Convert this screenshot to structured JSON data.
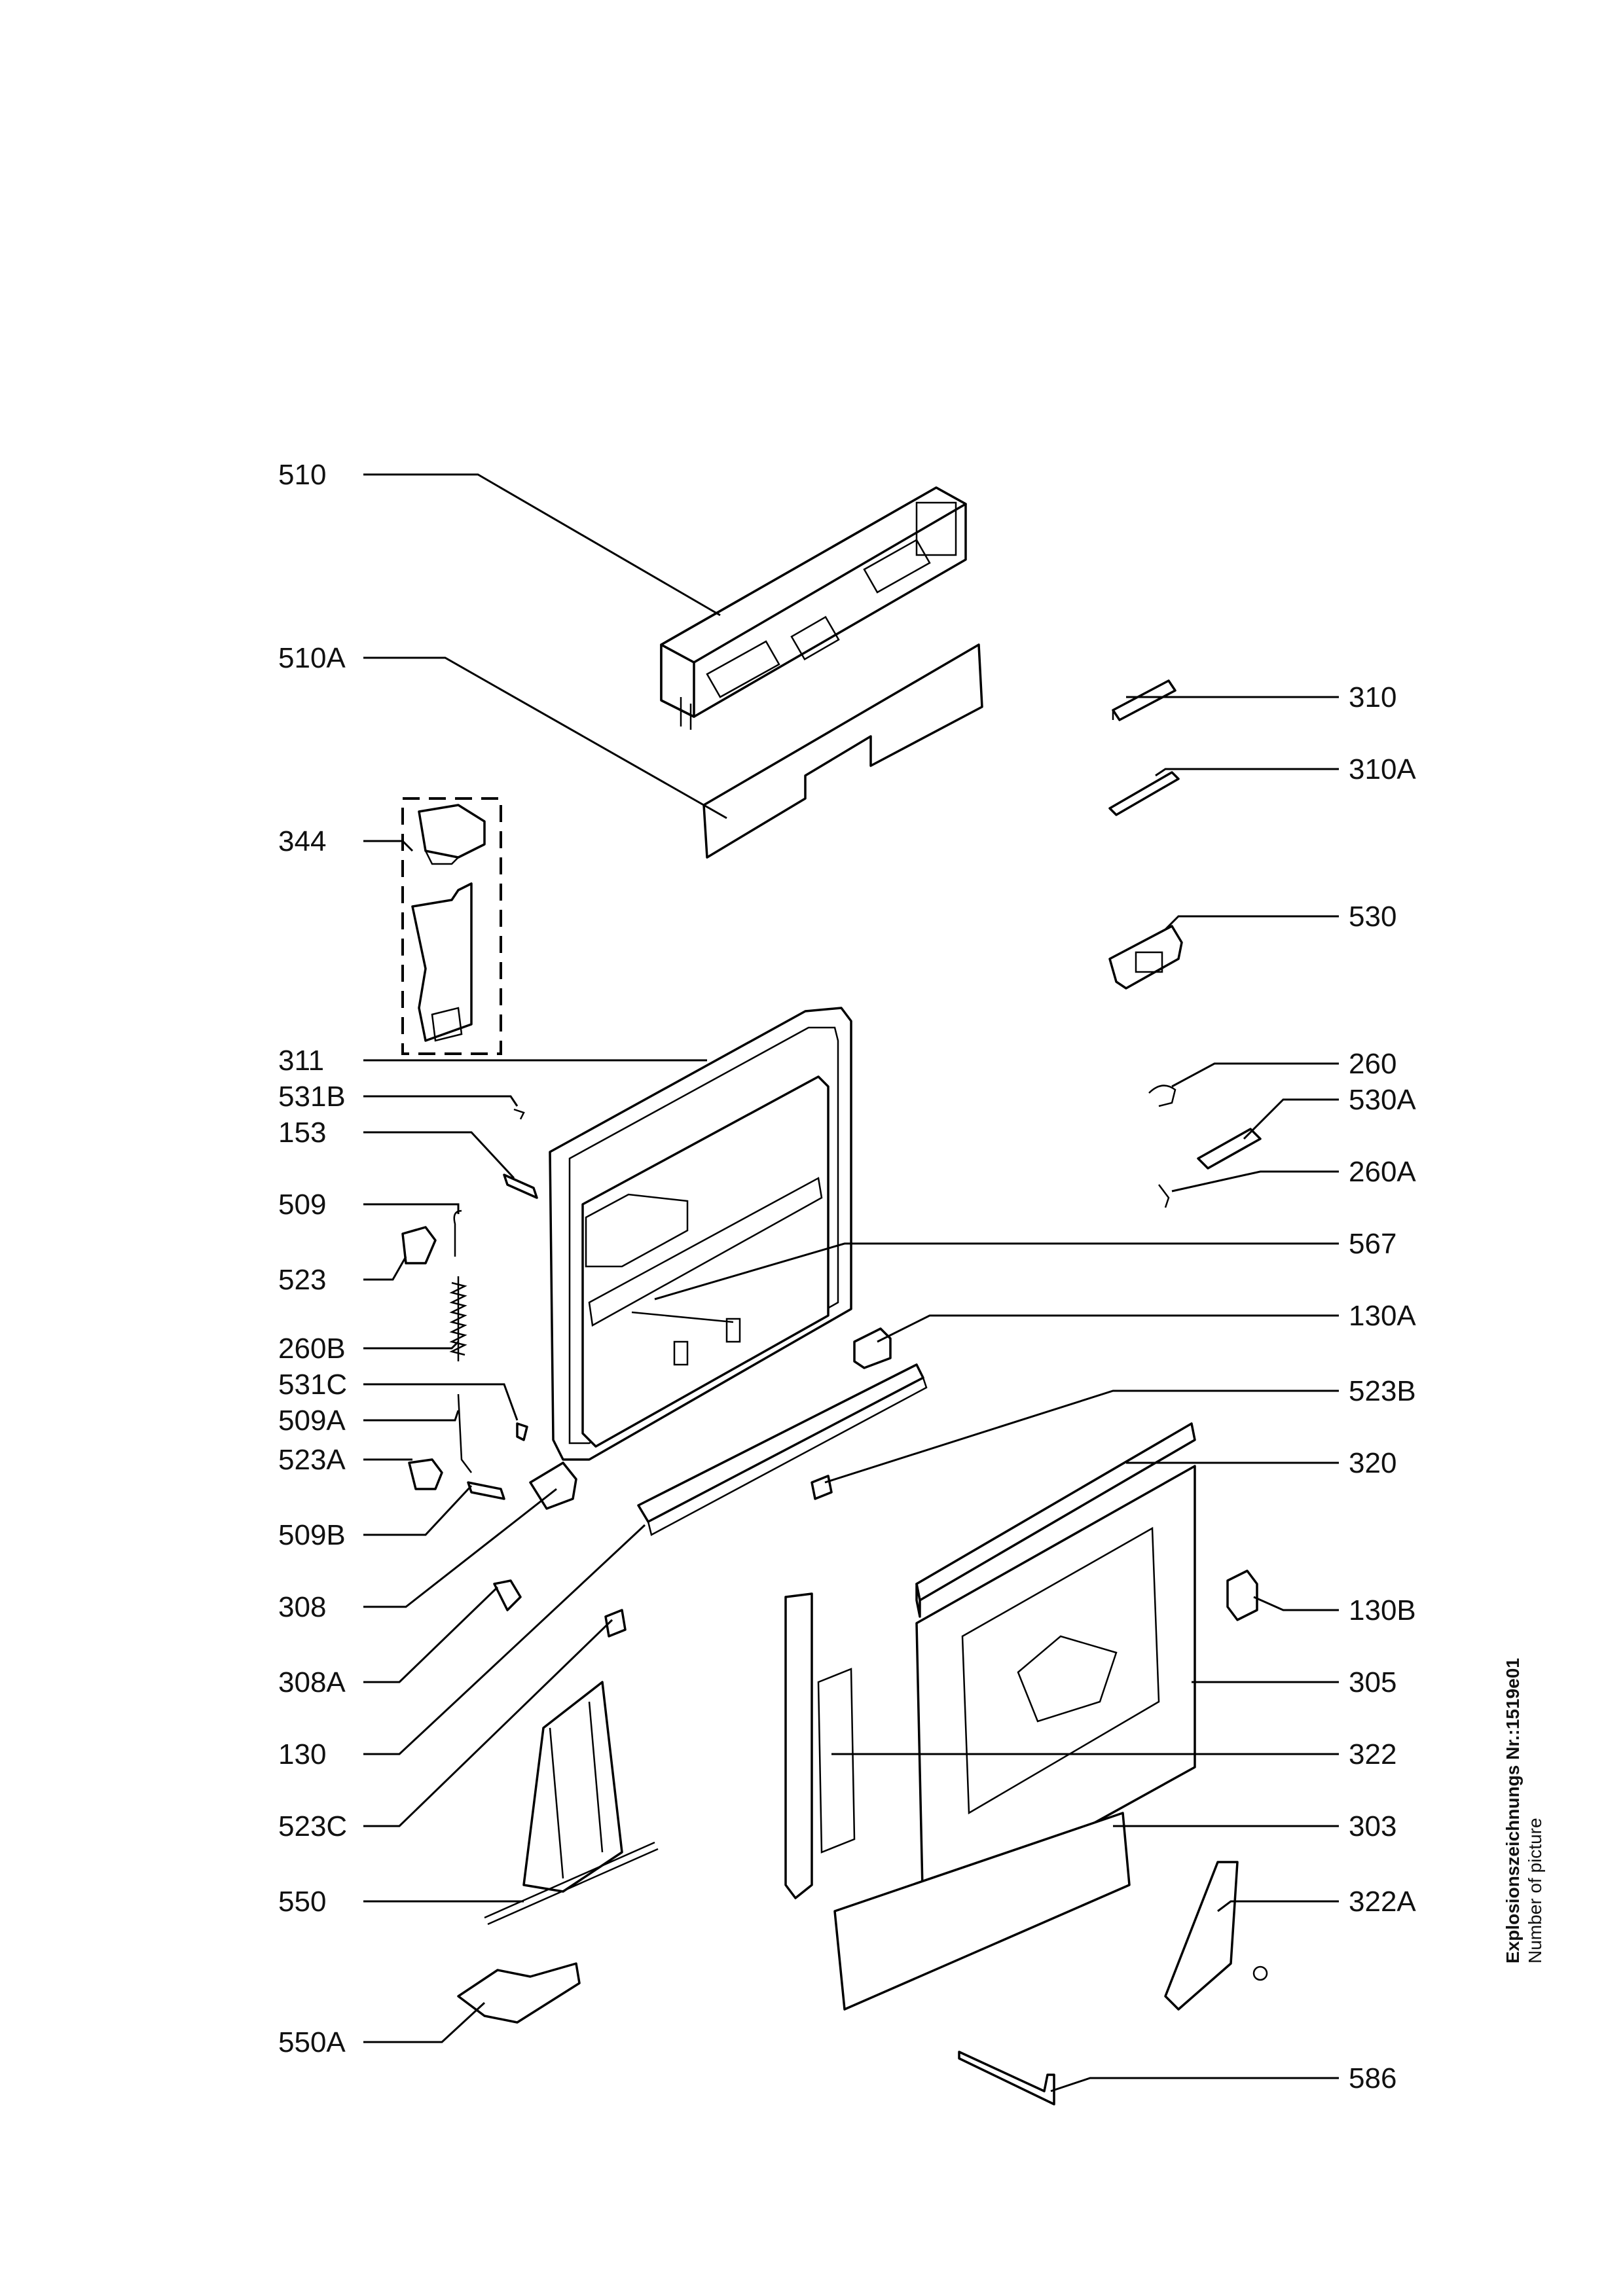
{
  "labels": {
    "l510": "510",
    "l510A": "510A",
    "l344": "344",
    "l311": "311",
    "l531B": "531B",
    "l153": "153",
    "l509": "509",
    "l523": "523",
    "l260B": "260B",
    "l531C": "531C",
    "l509A": "509A",
    "l523A": "523A",
    "l509B": "509B",
    "l308": "308",
    "l308A": "308A",
    "l130": "130",
    "l523C": "523C",
    "l550": "550",
    "l550A": "550A",
    "l310": "310",
    "l310A": "310A",
    "l530": "530",
    "l260": "260",
    "l530A": "530A",
    "l260A": "260A",
    "l567": "567",
    "l130A": "130A",
    "l523B": "523B",
    "l320": "320",
    "l130B": "130B",
    "l305": "305",
    "l322": "322",
    "l303": "303",
    "l322A": "322A",
    "l586": "586"
  },
  "side_caption": {
    "line1": "Explosionszeichnungs Nr.:1519e01",
    "line2": "Number of picture"
  }
}
